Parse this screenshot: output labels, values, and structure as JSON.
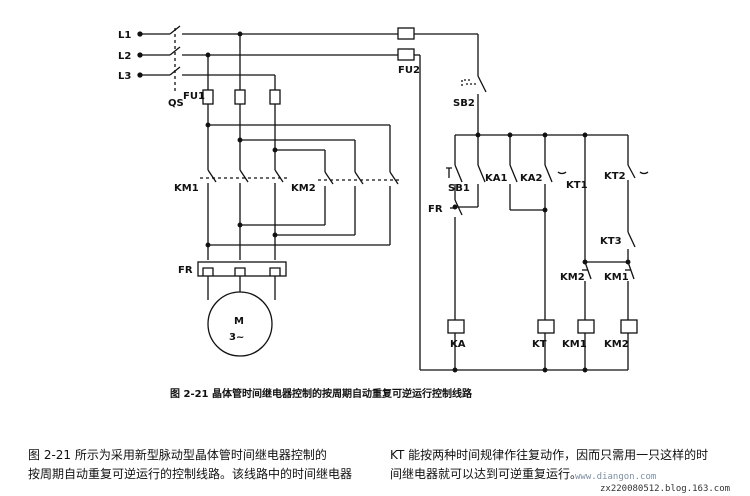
{
  "labels": {
    "L1": "L1",
    "L2": "L2",
    "L3": "L3",
    "QS": "QS",
    "FU1": "FU1",
    "FU2": "FU2",
    "SB2": "SB2",
    "SB1": "SB1",
    "FR_contact": "FR",
    "KA1": "KA1",
    "KA2": "KA2",
    "KT1": "KT1",
    "KT2": "KT2",
    "KT3": "KT3",
    "KM2_contact": "KM2",
    "KM1_contact": "KM1",
    "KM1_main": "KM1",
    "KM2_main": "KM2",
    "FR_relay": "FR",
    "motor_M": "M",
    "motor_phase": "3~",
    "coil_KA": "KA",
    "coil_KT": "KT",
    "coil_KM1": "KM1",
    "coil_KM2": "KM2"
  },
  "caption": "图 2-21   晶体管时间继电器控制的按周期自动重复可逆运行控制线路",
  "paragraph": {
    "left_line1": "图 2-21 所示为采用新型脉动型晶体管时间继电器控制的",
    "left_line2": "按周期自动重复可逆运行的控制线路。该线路中的时间继电器",
    "right_line1": "KT 能按两种时间规律作往复动作，因而只需用一只这样的时",
    "right_line2": "间继电器就可以达到可逆重复运行。"
  },
  "watermark": {
    "site": "www.diangon.com",
    "blog": "zx220080512.blog.163.com"
  }
}
